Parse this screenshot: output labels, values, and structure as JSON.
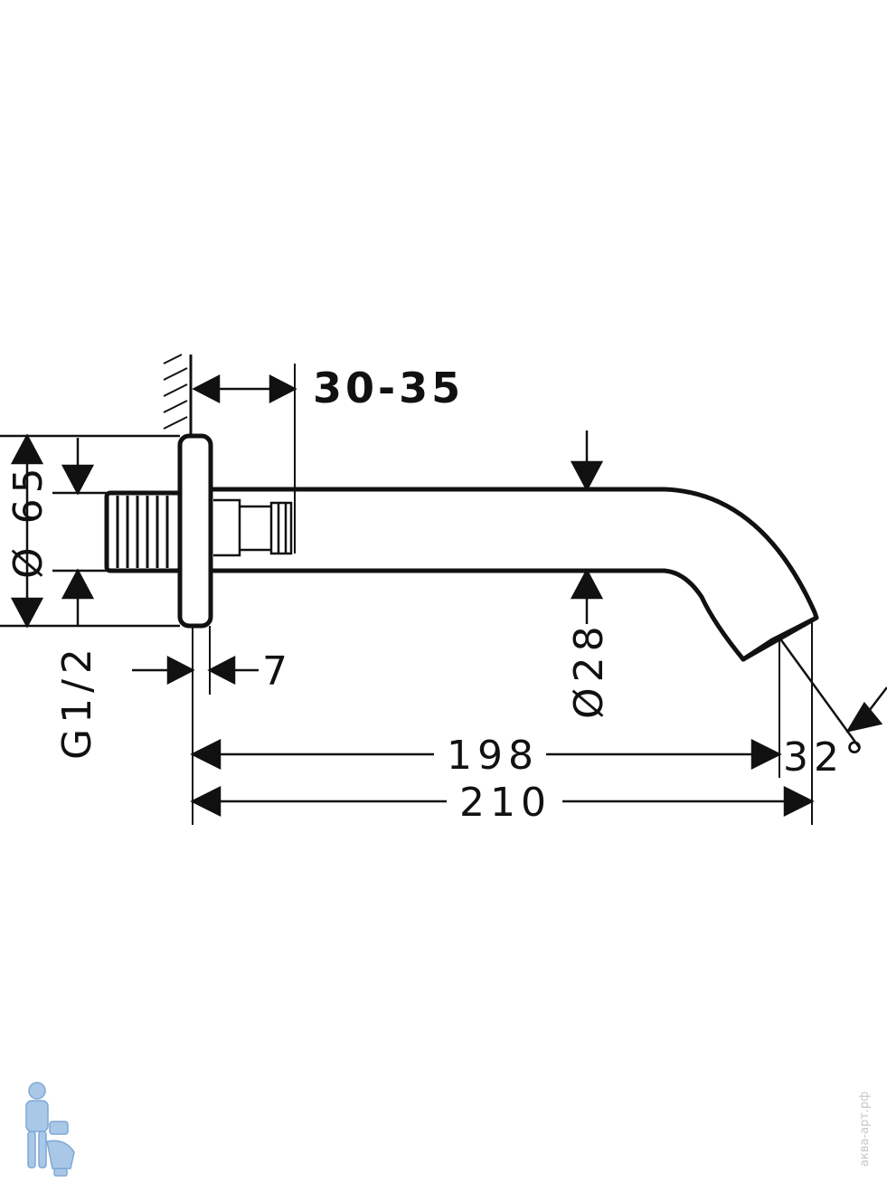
{
  "dimensions": {
    "wall_gap": "30-35",
    "flange_diameter": "Ø 65",
    "thread": "G1/2",
    "flange_thickness": "7",
    "spout_diameter": "Ø28",
    "length_to_outlet": "198",
    "overall_length": "210",
    "outlet_angle": "32°"
  },
  "watermark": {
    "text": "аква-арт.рф",
    "color": "#c7c7c7"
  },
  "colors": {
    "line": "#111111",
    "logo": "#a9c8e8"
  }
}
